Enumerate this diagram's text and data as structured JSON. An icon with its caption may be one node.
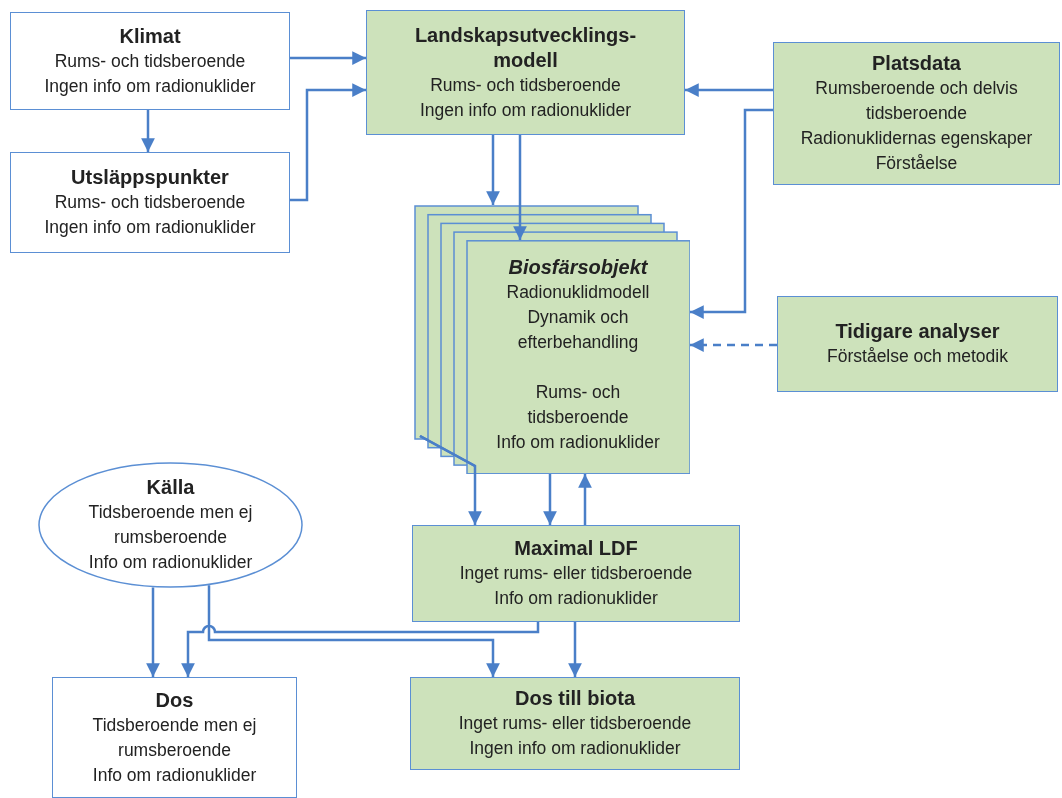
{
  "diagram": {
    "nodes": [
      {
        "text": [
          "Klimat",
          "Rums- och tidsberoende",
          "Ingen info om radionuklider"
        ]
      },
      {
        "text": [
          "Utsläppspunkter",
          "Rums- och tidsberoende",
          "Ingen info om radionuklider"
        ]
      },
      {
        "text": [
          "Landskapsutvecklings-modell",
          "Rums- och tidsberoende",
          "Ingen info om radionuklider"
        ]
      },
      {
        "text": [
          "Platsdata",
          "Rumsberoende och delvis tidsberoende",
          "Radionuklidernas egenskaper",
          "Förståelse"
        ]
      },
      {
        "text": [
          "Biosfärsobjekt",
          "Radionuklidmodell",
          "Dynamik och efterbehandling",
          "Rums- och tidsberoende",
          "Info om radionuklider"
        ]
      },
      {
        "text": [
          "Tidigare analyser",
          "Förståelse och metodik"
        ]
      },
      {
        "text": [
          "Källa",
          "Tidsberoende men ej rumsberoende",
          "Info om radionuklider"
        ]
      },
      {
        "text": [
          "Maximal LDF",
          "Inget rums- eller tidsberoende",
          "Info om radionuklider"
        ]
      },
      {
        "text": [
          "Dos",
          "Tidsberoende men ej rumsberoende",
          "Info om radionuklider"
        ]
      },
      {
        "text": [
          "Dos till biota",
          "Inget rums- eller tidsberoende",
          "Ingen info om radionuklider"
        ]
      }
    ],
    "edges": [
      {
        "from": 0,
        "to": 2,
        "arrow": "to"
      },
      {
        "from": 0,
        "to": 1,
        "arrow": "to"
      },
      {
        "from": 1,
        "to": 2,
        "arrow": "to"
      },
      {
        "from": 3,
        "to": 2,
        "arrow": "to"
      },
      {
        "from": 2,
        "to": 4,
        "arrow": "to"
      },
      {
        "from": 2,
        "to": 4,
        "arrow": "to"
      },
      {
        "from": 3,
        "to": 4,
        "arrow": "to"
      },
      {
        "from": 5,
        "to": 4,
        "arrow": "to",
        "style": "dashed"
      },
      {
        "from": 4,
        "to": 7,
        "arrow": "to"
      },
      {
        "from": 4,
        "to": 7,
        "arrow": "to"
      },
      {
        "from": 7,
        "to": 4,
        "arrow": "to"
      },
      {
        "from": 6,
        "to": 8,
        "arrow": "to"
      },
      {
        "from": 6,
        "to": 9,
        "arrow": "to"
      },
      {
        "from": 7,
        "to": 8,
        "arrow": "to"
      },
      {
        "from": 7,
        "to": 9,
        "arrow": "to"
      }
    ]
  }
}
